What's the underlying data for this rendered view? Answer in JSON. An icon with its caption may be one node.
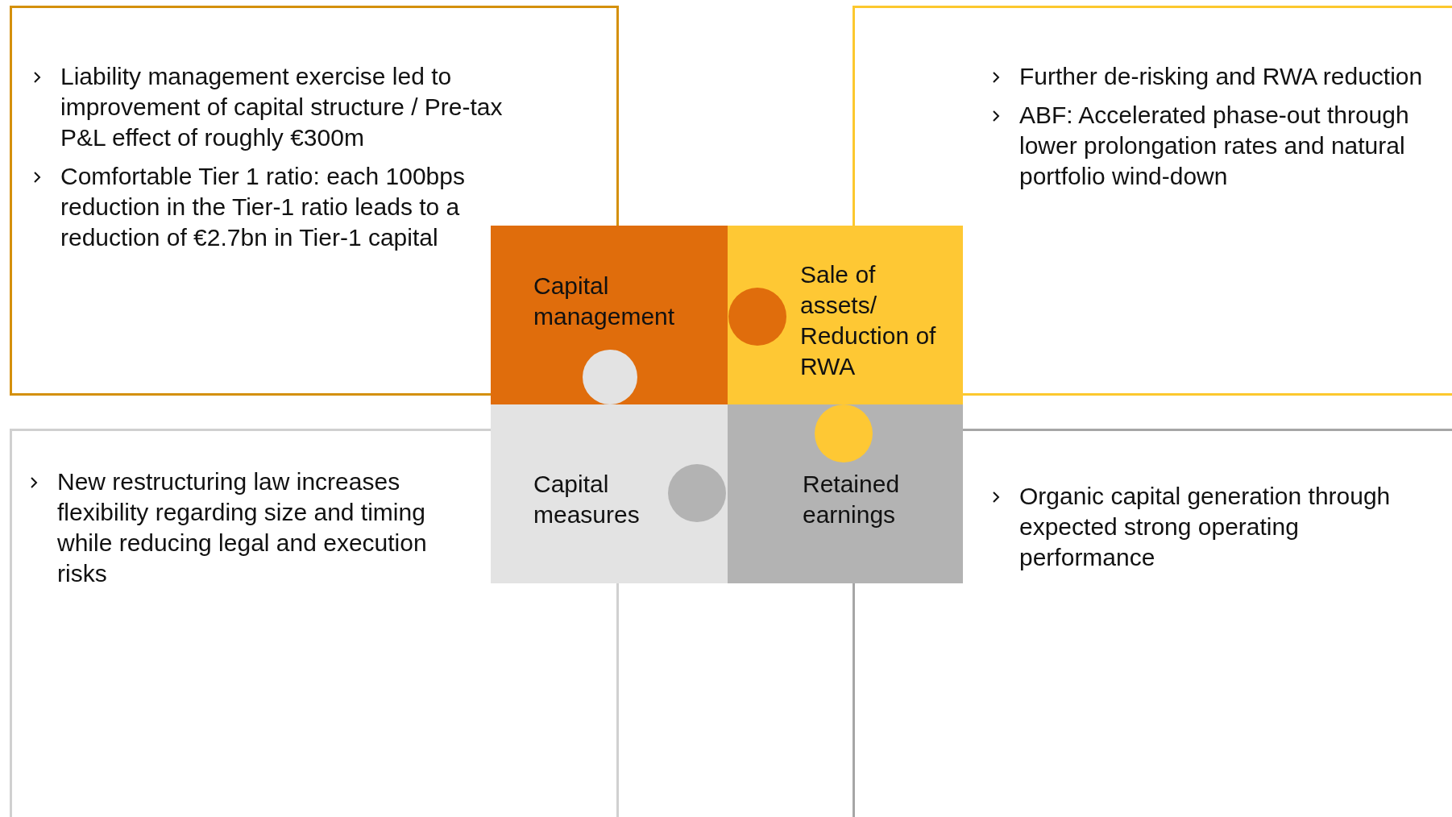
{
  "diagram": {
    "nodes": [
      {
        "text": [
          "Liability management exercise led to improvement of capital structure / Pre-tax P&L effect of roughly €300m",
          "Comfortable Tier 1 ratio: each 100bps reduction in the Tier-1 ratio leads to a reduction of €2.7bn in Tier-1 capital"
        ]
      },
      {
        "text": [
          "Further de-risking and RWA reduction",
          "ABF: Accelerated phase-out through lower prolongation rates and natural portfolio wind-down"
        ]
      },
      {
        "text": [
          "Capital management"
        ]
      },
      {
        "text": [
          "Sale of assets/ Reduction of RWA"
        ]
      },
      {
        "text": [
          "Capital measures"
        ]
      },
      {
        "text": [
          "Retained earnings"
        ]
      },
      {
        "text": [
          "New restructuring law increases flexibility regarding size and timing while reducing legal and execution risks"
        ]
      },
      {
        "text": [
          "Organic capital generation through expected strong operating performance"
        ]
      }
    ],
    "edges": []
  }
}
